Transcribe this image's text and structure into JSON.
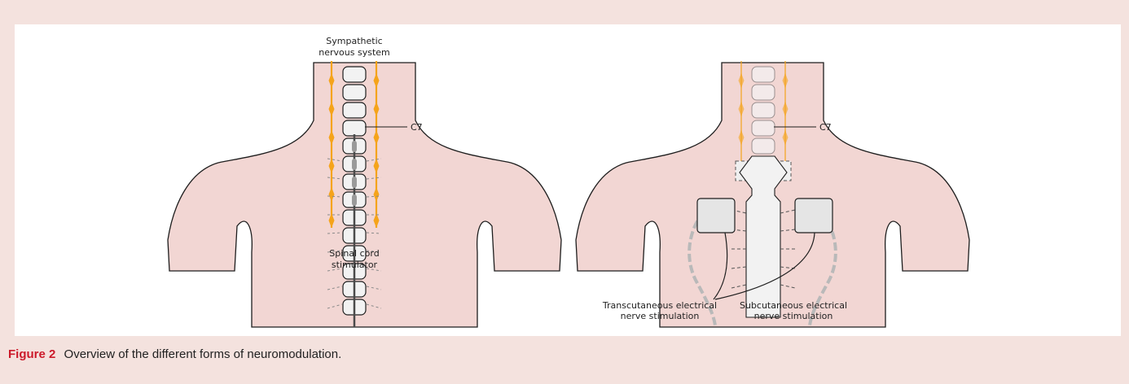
{
  "figure": {
    "label": "Figure 2",
    "caption": "Overview of the different forms of neuromodulation."
  },
  "left_panel": {
    "label_snervous": "Sympathetic\nnervous system",
    "label_c7": "C7",
    "label_scs_line1": "Spinal cord",
    "label_scs_line2": "stimulator"
  },
  "right_panel": {
    "label_c7": "C7",
    "label_tens_line1": "Transcutaneous electrical",
    "label_tens_line2": "nerve stimulation",
    "label_sens_line1": "Subcutaneous electrical",
    "label_sens_line2": "nerve stimulation"
  },
  "colors": {
    "background": "#f4e2de",
    "skin": "#f2d6d3",
    "vertebra_fill": "#f2f2f2",
    "nerve": "#f5a41b",
    "caption_accent": "#cc1a2a"
  }
}
